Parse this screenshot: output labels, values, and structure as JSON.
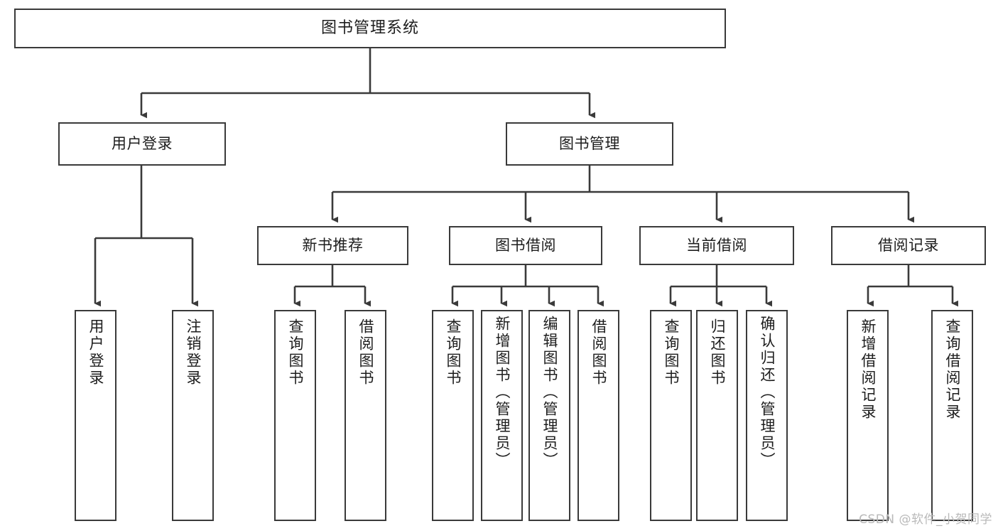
{
  "diagram": {
    "title": "图书管理系统",
    "type": "tree-hierarchy",
    "orientation": "top-down",
    "line_color": "#3a3a3a",
    "box_fill": "#ffffff",
    "text_color": "#1d1d1d"
  },
  "nodes": {
    "root": {
      "label": "图书管理系统",
      "level": 1
    },
    "l2": [
      {
        "label": "用户登录",
        "level": 2
      },
      {
        "label": "图书管理",
        "level": 2
      }
    ],
    "l3": [
      {
        "label": "新书推荐",
        "level": 3,
        "parent": "图书管理"
      },
      {
        "label": "图书借阅",
        "level": 3,
        "parent": "图书管理"
      },
      {
        "label": "当前借阅",
        "level": 3,
        "parent": "图书管理"
      },
      {
        "label": "借阅记录",
        "level": 3,
        "parent": "图书管理"
      }
    ],
    "leaves": {
      "user_login": [
        {
          "label": "用户登录",
          "parent": "用户登录"
        },
        {
          "label": "注销登录",
          "parent": "用户登录"
        }
      ],
      "new_book": [
        {
          "label": "查询图书",
          "parent": "新书推荐"
        },
        {
          "label": "借阅图书",
          "parent": "新书推荐"
        }
      ],
      "borrow": [
        {
          "label": "查询图书",
          "parent": "图书借阅"
        },
        {
          "label": "新增图书（管理员）",
          "parent": "图书借阅"
        },
        {
          "label": "编辑图书（管理员）",
          "parent": "图书借阅"
        },
        {
          "label": "借阅图书",
          "parent": "图书借阅"
        }
      ],
      "current": [
        {
          "label": "查询图书",
          "parent": "当前借阅"
        },
        {
          "label": "归还图书",
          "parent": "当前借阅"
        },
        {
          "label": "确认归还（管理员）",
          "parent": "当前借阅"
        }
      ],
      "records": [
        {
          "label": "新增借阅记录",
          "parent": "借阅记录"
        },
        {
          "label": "查询借阅记录",
          "parent": "借阅记录"
        }
      ]
    }
  },
  "watermark": {
    "text": "CSDN @软件_小贺同学"
  }
}
